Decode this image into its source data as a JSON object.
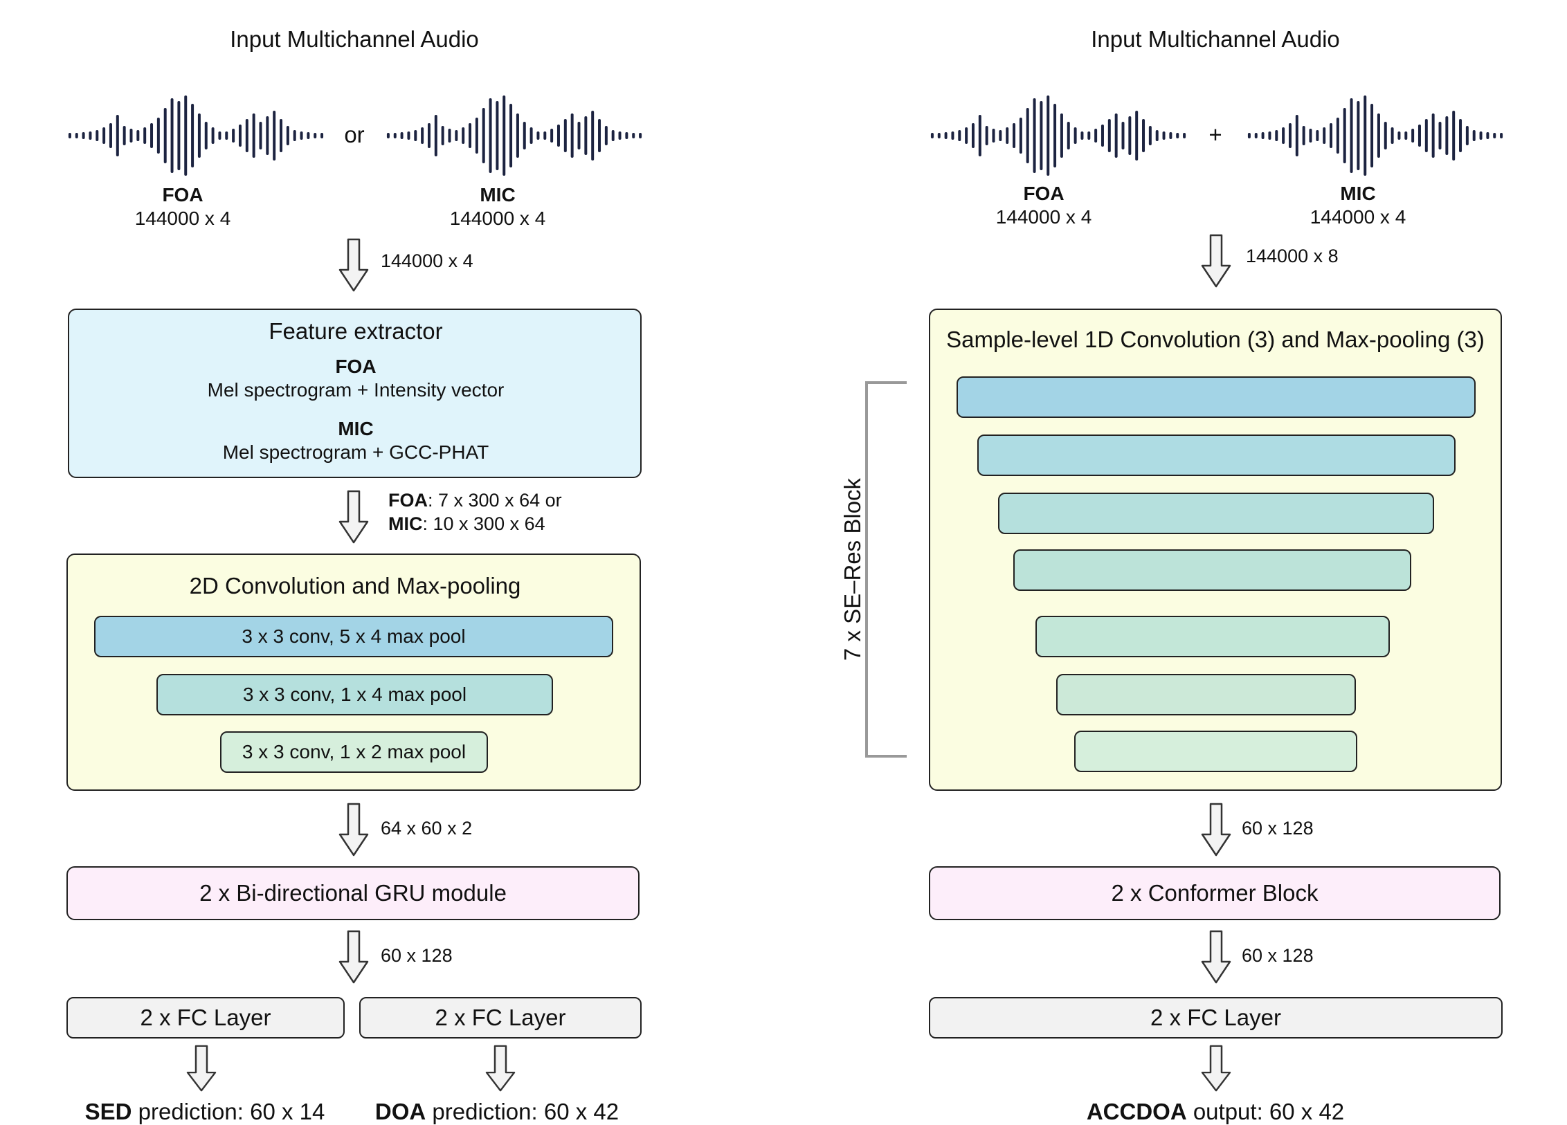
{
  "left": {
    "title": "Input Multichannel Audio",
    "separator": "or",
    "foa": {
      "label": "FOA",
      "dim": "144000 x 4"
    },
    "mic": {
      "label": "MIC",
      "dim": "144000 x 4"
    },
    "arrow1_label": "144000 x 4",
    "feature_extractor": {
      "title": "Feature extractor",
      "foa_label": "FOA",
      "foa_desc": "Mel spectrogram + Intensity vector",
      "mic_label": "MIC",
      "mic_desc": "Mel spectrogram + GCC-PHAT"
    },
    "arrow2": {
      "foa_label": "FOA",
      "foa_dim": ": 7 x 300 x 64 or",
      "mic_label": "MIC",
      "mic_dim": ": 10 x 300 x 64"
    },
    "conv_block": {
      "title": "2D Convolution and Max-pooling",
      "layers": [
        "3 x 3 conv, 5 x 4 max pool",
        "3 x 3 conv, 1 x 4 max pool",
        "3 x 3 conv, 1 x 2 max pool"
      ]
    },
    "arrow3_label": "64 x 60 x 2",
    "gru": "2 x Bi-directional GRU module",
    "arrow4_label": "60 x 128",
    "fc_left": "2 x FC Layer",
    "fc_right": "2 x FC Layer",
    "sed_output": {
      "bold": "SED",
      "rest": " prediction: 60 x 14"
    },
    "doa_output": {
      "bold": "DOA",
      "rest": " prediction: 60 x 42"
    }
  },
  "right": {
    "title": "Input Multichannel Audio",
    "separator": "+",
    "foa": {
      "label": "FOA",
      "dim": "144000 x 4"
    },
    "mic": {
      "label": "MIC",
      "dim": "144000 x 4"
    },
    "arrow1_label": "144000 x 8",
    "sample_block_title": "Sample-level 1D Convolution (3) and Max-pooling (3)",
    "bracket_label": "7 x SE–Res Block",
    "arrow2_label": "60 x 128",
    "conformer": "2 x Conformer Block",
    "arrow3_label": "60 x 128",
    "fc": "2 x FC Layer",
    "output": {
      "bold": "ACCDOA",
      "rest": " output: 60 x 42"
    }
  },
  "colors": {
    "feature_extractor_bg": "#e0f4fb",
    "conv_block_bg": "#fbfde1",
    "gru_bg": "#fdeefa",
    "fc_bg": "#f2f2f2",
    "layer_colors": [
      "#a3d4e6",
      "#aedce3",
      "#b5e0dd",
      "#bce3d9",
      "#c3e7d8",
      "#cce9d8",
      "#d6efdc"
    ],
    "waveform": "#1c2340"
  },
  "icons": {
    "arrow": "down-arrow-icon",
    "waveform": "waveform-icon"
  }
}
